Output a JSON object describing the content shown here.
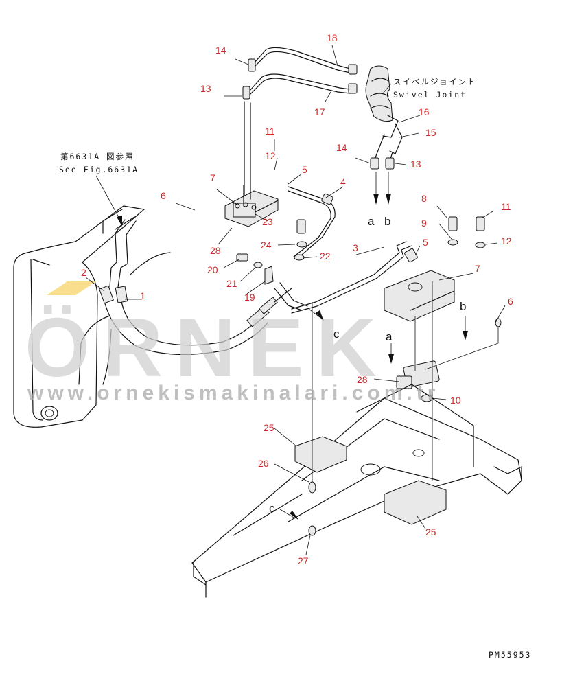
{
  "figure_code": "PM55953",
  "notes": {
    "see_fig_ja": "第6631A 図参照",
    "see_fig_en": "See Fig.6631A",
    "swivel_ja": "スイベルジョイント",
    "swivel_en": "Swivel Joint"
  },
  "part_labels": [
    "1",
    "2",
    "3",
    "4",
    "5",
    "5",
    "6",
    "6",
    "7",
    "7",
    "8",
    "9",
    "10",
    "11",
    "11",
    "12",
    "12",
    "13",
    "13",
    "14",
    "14",
    "15",
    "16",
    "17",
    "18",
    "19",
    "20",
    "21",
    "22",
    "23",
    "24",
    "25",
    "25",
    "26",
    "27",
    "28",
    "28"
  ],
  "flow_letters": [
    "a",
    "b",
    "a",
    "b",
    "c",
    "c"
  ],
  "watermark": {
    "brand": "ÖRNEK",
    "url": "www.ornekismakinalari.com.tr",
    "accent_color": "#f4c430",
    "gray_color": "#cfcfcf"
  },
  "colors": {
    "line": "#111111",
    "label": "#cc2a2a"
  }
}
